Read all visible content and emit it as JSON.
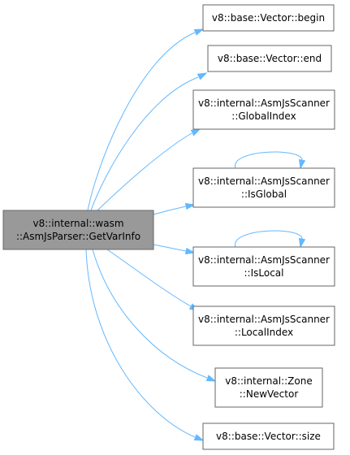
{
  "root": {
    "lines": [
      "v8::internal::wasm",
      "::AsmJsParser::GetVarInfo"
    ]
  },
  "callees": [
    {
      "id": "begin",
      "lines": [
        "v8::base::Vector::begin"
      ]
    },
    {
      "id": "end",
      "lines": [
        "v8::base::Vector::end"
      ]
    },
    {
      "id": "globalindex",
      "lines": [
        "v8::internal::AsmJsScanner",
        "::GlobalIndex"
      ]
    },
    {
      "id": "isglobal",
      "lines": [
        "v8::internal::AsmJsScanner",
        "::IsGlobal"
      ],
      "self_loop": true
    },
    {
      "id": "islocal",
      "lines": [
        "v8::internal::AsmJsScanner",
        "::IsLocal"
      ],
      "self_loop": true
    },
    {
      "id": "localindex",
      "lines": [
        "v8::internal::AsmJsScanner",
        "::LocalIndex"
      ]
    },
    {
      "id": "newvector",
      "lines": [
        "v8::internal::Zone",
        "::NewVector"
      ]
    },
    {
      "id": "size",
      "lines": [
        "v8::base::Vector::size"
      ]
    }
  ],
  "colors": {
    "edge": "#63b8ff",
    "root_fill": "#999999",
    "node_border": "#666666"
  }
}
